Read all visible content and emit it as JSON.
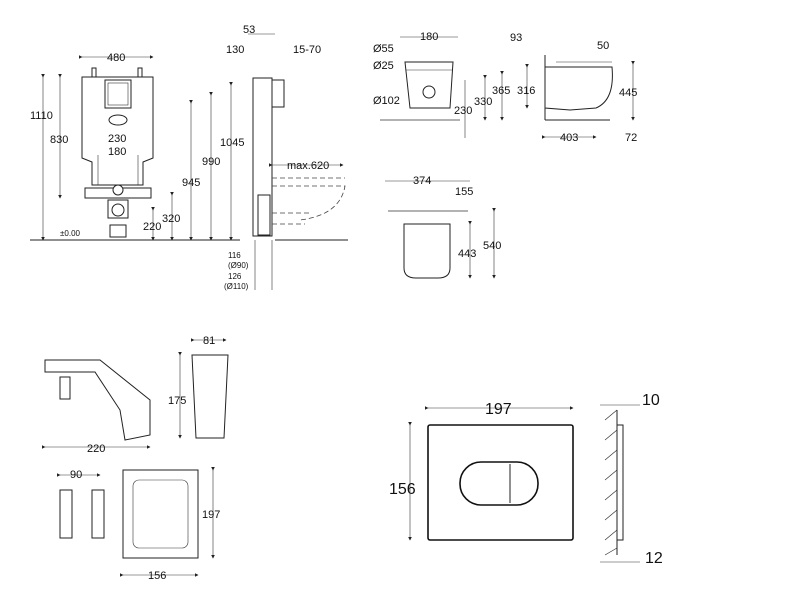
{
  "front_frame": {
    "width": "480",
    "height_total": "1110",
    "height_830": "830",
    "span_230": "230",
    "span_180": "180",
    "h_945": "945",
    "h_990": "990",
    "h_320": "320",
    "h_220": "220",
    "floor_level": "±0.00"
  },
  "side_frame": {
    "d_53": "53",
    "d_130": "130",
    "d_15_70": "15-70",
    "h_1045": "1045",
    "max_620": "max.620",
    "d_116": "116",
    "d_90": "(Ø90)",
    "d_126": "126",
    "d_110": "(Ø110)"
  },
  "bowl_front": {
    "w_180": "180",
    "d55": "Ø55",
    "d25": "Ø25",
    "d102": "Ø102",
    "h_230": "230",
    "h_330": "330",
    "h_365": "365"
  },
  "bowl_side": {
    "d_93": "93",
    "d_50": "50",
    "h_316": "316",
    "h_445": "445",
    "l_403": "403",
    "d_72": "72"
  },
  "bowl_top": {
    "w_374": "374",
    "d_155": "155",
    "l_443": "443",
    "l_540": "540"
  },
  "accessories": {
    "h_81": "81",
    "h_175": "175",
    "l_220": "220",
    "w_90": "90",
    "h_197": "197",
    "w_156": "156"
  },
  "flush_plate": {
    "width": "197",
    "height": "156",
    "depth_10": "10",
    "depth_12": "12"
  }
}
